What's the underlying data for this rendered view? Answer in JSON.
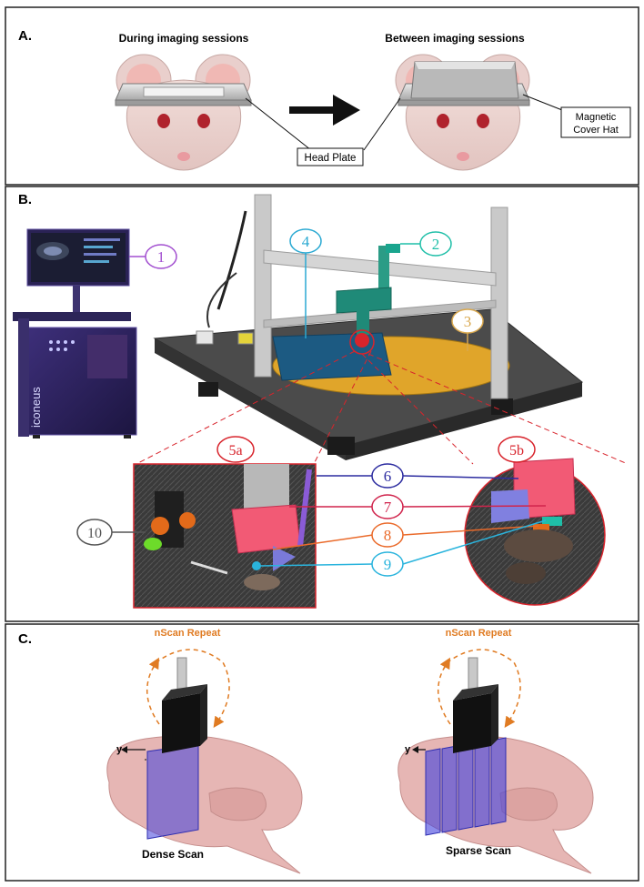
{
  "panelA": {
    "letter": "A.",
    "left_title": "During imaging sessions",
    "right_title": "Between imaging sessions",
    "head_plate": "Head Plate",
    "cover_hat_line1": "Magnetic",
    "cover_hat_line2": "Cover Hat"
  },
  "panelB": {
    "letter": "B.",
    "console_brand": "iconeus",
    "callouts": {
      "c1": "1",
      "c2": "2",
      "c3": "3",
      "c4": "4",
      "c5a": "5a",
      "c5b": "5b",
      "c6": "6",
      "c7": "7",
      "c8": "8",
      "c9": "9",
      "c10": "10"
    }
  },
  "panelC": {
    "letter": "C.",
    "repeat_label_left": "nScan Repeat",
    "repeat_label_right": "nScan Repeat",
    "axis_left": "y",
    "axis_right": "y",
    "dense_caption": "Dense Scan",
    "sparse_caption": "Sparse Scan"
  },
  "colors": {
    "c1": "#a24fd0",
    "c2": "#1fbfa8",
    "c3": "#d9a84e",
    "c4": "#2aa9d2",
    "c5": "#d8242c",
    "c6": "#2c2ca0",
    "c7": "#d0244c",
    "c8": "#ea6a2a",
    "c9": "#2ab4dd",
    "c10": "#555555",
    "repeat": "#e07b22",
    "slab": "#3b3bd9"
  }
}
